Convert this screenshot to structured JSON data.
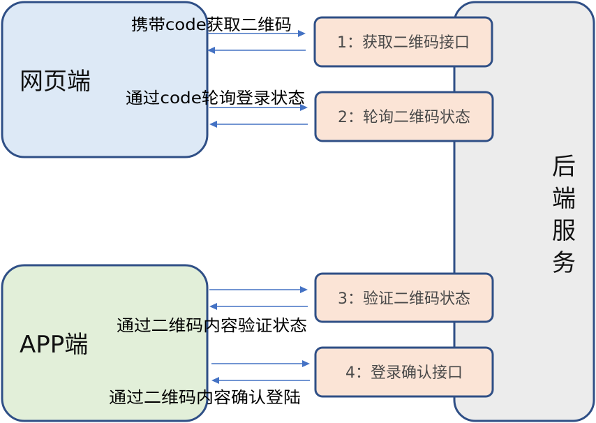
{
  "clients": {
    "web": {
      "label": "网页端"
    },
    "app": {
      "label": "APP端"
    }
  },
  "backend": {
    "label": "后端服务",
    "label_chars": [
      "后",
      "端",
      "服",
      "务"
    ]
  },
  "endpoints": [
    {
      "label": "1：获取二维码接口"
    },
    {
      "label": "2：轮询二维码状态"
    },
    {
      "label": "3：验证二维码状态"
    },
    {
      "label": "4：登录确认接口"
    }
  ],
  "arrows": [
    {
      "label": "携带code获取二维码"
    },
    {
      "label": "通过code轮询登录状态"
    },
    {
      "label": "通过二维码内容验证状态"
    },
    {
      "label": "通过二维码内容确认登陆"
    }
  ],
  "colors": {
    "border": "#2f4f86",
    "web_fill": "#dde9f6",
    "app_fill": "#e2efd9",
    "backend_fill": "#ececec",
    "endpoint_fill": "#fbe4d6",
    "arrow": "#4472c4"
  }
}
